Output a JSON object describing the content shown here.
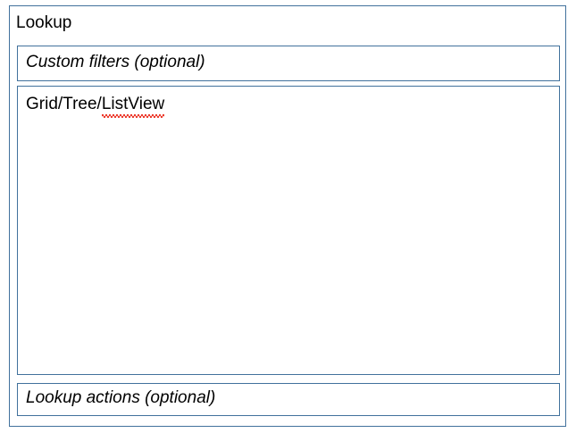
{
  "wireframe": {
    "title": "Lookup",
    "border_color": "#41719C",
    "background_color": "#FFFFFF",
    "text_color": "#000000",
    "spellcheck_underline_color": "#EC3A2C",
    "panels": [
      {
        "name": "custom-filters",
        "label": "Custom filters (optional)",
        "style": "italic"
      },
      {
        "name": "grid-tree-listview",
        "label_prefix": "Grid/Tree/",
        "label_misspelled_word": "ListView",
        "label_full": "Grid/Tree/ListView",
        "style": "normal"
      },
      {
        "name": "lookup-actions",
        "label": "Lookup actions (optional)",
        "style": "italic"
      }
    ]
  }
}
